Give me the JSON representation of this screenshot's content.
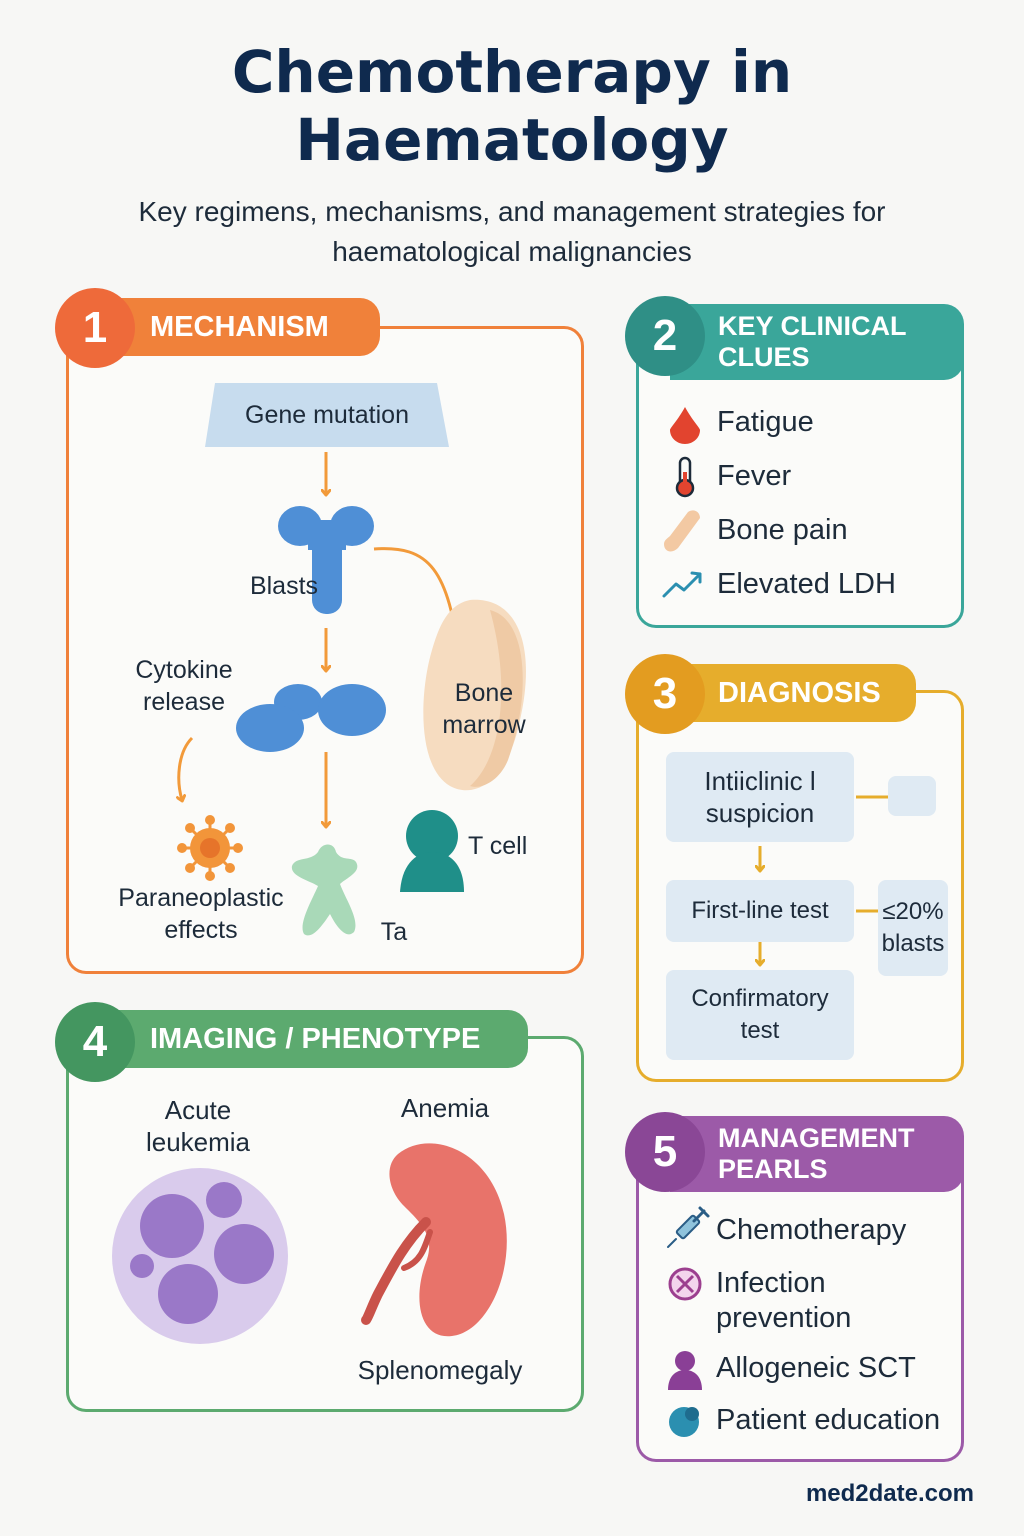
{
  "title_line1": "Chemotherapy in",
  "title_line2": "Haematology",
  "subtitle_line1": "Key regimens, mechanisms, and management strategies for",
  "subtitle_line2": "haematological malignancies",
  "colors": {
    "orange": "#f0813a",
    "teal": "#3aa69a",
    "yellow": "#e6ad2c",
    "green": "#5caa6f",
    "purple": "#9c5aa8",
    "navy": "#0f2a4e"
  },
  "sections": {
    "mechanism": {
      "number": "1",
      "heading": "MECHANISM",
      "gene_mutation": "Gene mutation",
      "blasts": "Blasts",
      "cytokine_release": [
        "Cytokine",
        "release"
      ],
      "bone_marrow": [
        "Bone",
        "marrow"
      ],
      "t_cell": "T cell",
      "paraneoplastic": [
        "Paraneoplastic",
        "effects"
      ],
      "ta": "Ta"
    },
    "clinical_clues": {
      "number": "2",
      "heading": [
        "KEY CLINICAL",
        "CLUES"
      ],
      "items": [
        "Fatigue",
        "Fever",
        "Bone pain",
        "Elevated LDH"
      ]
    },
    "diagnosis": {
      "number": "3",
      "heading": "DIAGNOSIS",
      "initial": [
        "Intiiclinic l",
        "suspicion"
      ],
      "first_line": "First-line test",
      "blasts_threshold": [
        "≤20%",
        "blasts"
      ],
      "confirmatory": [
        "Confirmatory",
        "test"
      ]
    },
    "imaging": {
      "number": "4",
      "heading": "IMAGING / PHENOTYPE",
      "acute_leukemia": [
        "Acute",
        "leukemia"
      ],
      "anemia": "Anemia",
      "splenomegaly": "Splenomegaly"
    },
    "management": {
      "number": "5",
      "heading": [
        "MANAGEMENT",
        "PEARLS"
      ],
      "items": [
        "Chemotherapy",
        [
          "Infection",
          "prevention"
        ],
        "Allogeneic SCT",
        "Patient education"
      ]
    }
  },
  "footer": "med2date.com"
}
